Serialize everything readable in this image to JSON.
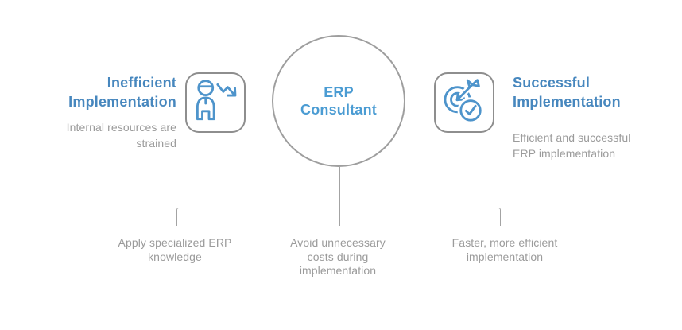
{
  "colors": {
    "heading_blue": "#4787be",
    "center_blue": "#4b9cd3",
    "icon_blue": "#4e94cb",
    "text_gray": "#9b9b9b",
    "connector_gray": "#a3a3a3",
    "icon_border_gray": "#8e8e8e"
  },
  "left": {
    "heading_lines": [
      "Inefficient",
      "Implementation"
    ],
    "subtitle_lines": [
      "Internal resources are",
      "strained"
    ],
    "icon": "person-decline-icon"
  },
  "center": {
    "label_lines": [
      "ERP",
      "Consultant"
    ]
  },
  "right": {
    "heading_lines": [
      "Successful",
      "Implementation"
    ],
    "subtitle_lines": [
      "Efficient and successful",
      "ERP implementation"
    ],
    "icon": "target-dart-check-icon"
  },
  "bottom": {
    "items": [
      {
        "lines": [
          "Apply specialized ERP",
          "knowledge"
        ]
      },
      {
        "lines": [
          "Avoid unnecessary",
          "costs during",
          "implementation"
        ]
      },
      {
        "lines": [
          "Faster, more efficient",
          "implementation"
        ]
      }
    ]
  }
}
